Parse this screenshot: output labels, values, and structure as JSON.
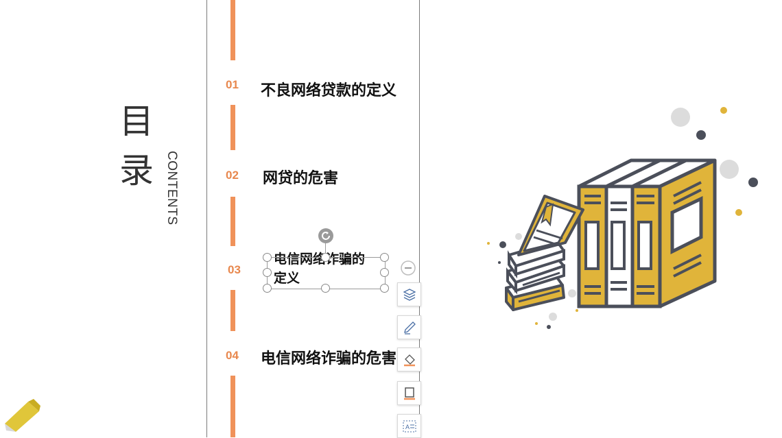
{
  "slide": {
    "title_char_1": "目",
    "title_char_2": "录",
    "subtitle": "CONTENTS",
    "items": [
      {
        "number": "01",
        "label": "不良网络贷款的定义"
      },
      {
        "number": "02",
        "label": "网贷的危害"
      },
      {
        "number": "03",
        "label": "电信网络诈骗的定义"
      },
      {
        "number": "04",
        "label": "电信网络诈骗的危害"
      }
    ]
  },
  "floating_toolbar": {
    "buttons": [
      "collapse-icon",
      "layers-icon",
      "pen-style-icon",
      "fill-bucket-icon",
      "border-style-icon",
      "text-box-icon"
    ]
  },
  "colors": {
    "accent_orange": "#f0925a",
    "book_yellow": "#e0b43a",
    "book_outline": "#4b4f5a",
    "dot_gray": "#d8d8d8"
  }
}
